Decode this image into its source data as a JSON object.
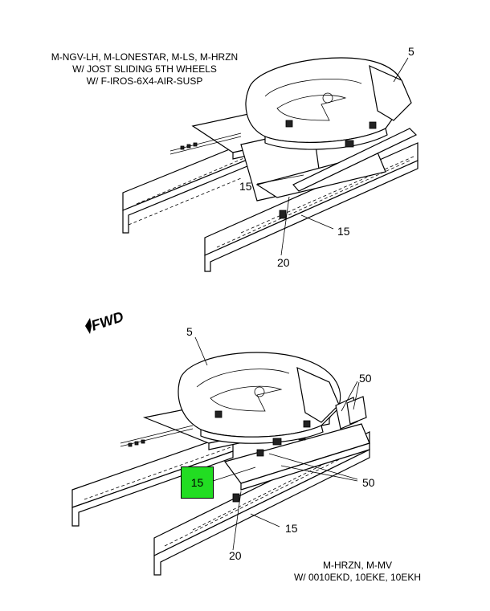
{
  "captions": {
    "top": [
      "M-NGV-LH, M-LONESTAR, M-LS, M-HRZN",
      "W/ JOST SLIDING 5TH WHEELS",
      "W/ F-IROS-6X4-AIR-SUSP"
    ],
    "bottom": [
      "M-HRZN, M-MV",
      "W/ 0010EKD, 10EKE, 10EKH"
    ]
  },
  "fwd_label": "FWD",
  "callouts": {
    "top_5": "5",
    "top_15_a": "15",
    "top_15_b": "15",
    "top_20": "20",
    "bottom_5": "5",
    "bottom_50_a": "50",
    "bottom_50_b": "50",
    "bottom_15_highlighted": "15",
    "bottom_15_b": "15",
    "bottom_20": "20"
  },
  "highlight_color": "#22dd22"
}
